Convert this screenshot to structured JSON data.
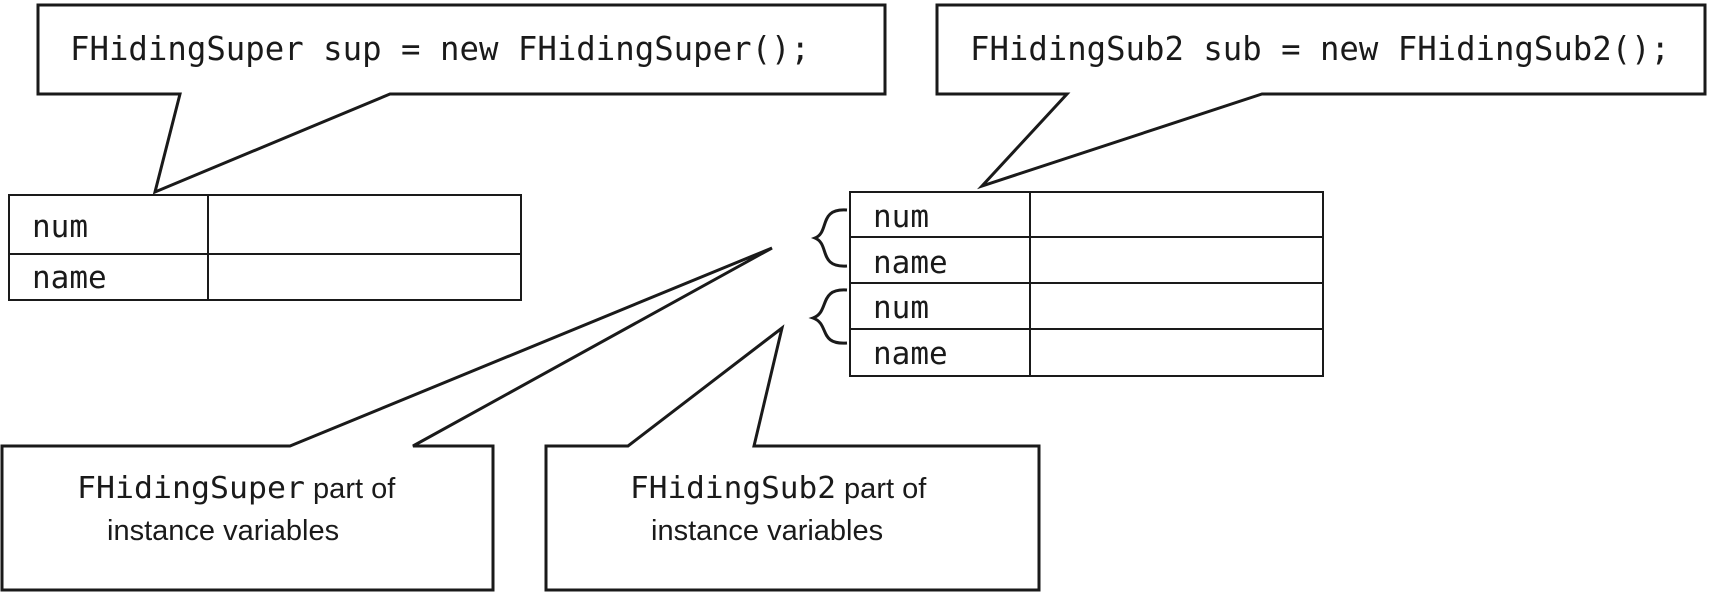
{
  "callouts": {
    "super_declaration": "FHidingSuper sup = new FHidingSuper();",
    "sub_declaration": "FHidingSub2 sub = new FHidingSub2();"
  },
  "super_object": {
    "fields": [
      "num",
      "name"
    ]
  },
  "sub_object": {
    "fields": [
      "num",
      "name",
      "num",
      "name"
    ]
  },
  "legend_super": {
    "class_name": "FHidingSuper",
    "suffix": " part of",
    "line2": "instance variables"
  },
  "legend_sub": {
    "class_name": "FHidingSub2",
    "suffix": " part of",
    "line2": "instance variables"
  }
}
